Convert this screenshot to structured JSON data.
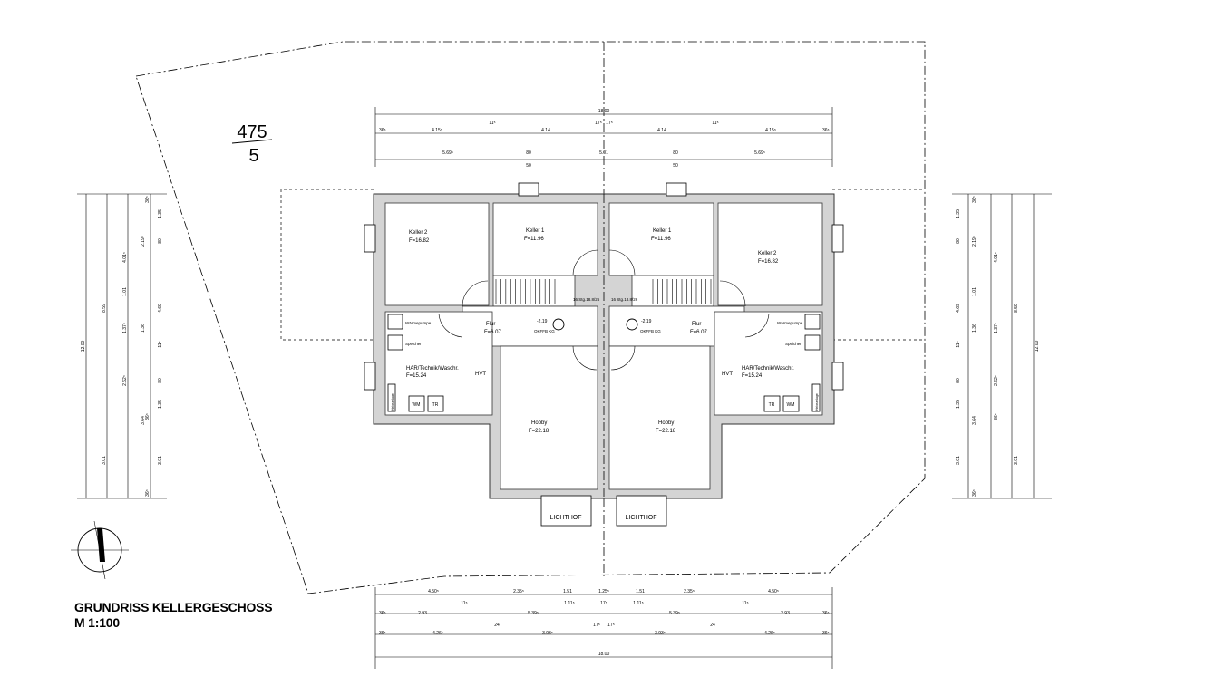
{
  "title": {
    "line1": "GRUNDRISS KELLERGESCHOSS",
    "line2": "M 1:100"
  },
  "parcel": {
    "numerator": "475",
    "denominator": "5"
  },
  "rooms_left": {
    "keller2": {
      "name": "Keller 2",
      "area": "F=16.82"
    },
    "keller1": {
      "name": "Keller 1",
      "area": "F=11.96"
    },
    "flur": {
      "name": "Flur",
      "area": "F=6.07"
    },
    "har": {
      "name": "HAR/Technik/Waschr.",
      "area": "F=15.24"
    },
    "hobby": {
      "name": "Hobby",
      "area": "F=22.18"
    },
    "lichthof": "LICHTHOF",
    "waermepumpe": "Wärmepumpe",
    "speicher": "Speicher",
    "hvt": "HVT",
    "wm": "WM",
    "tr": "TR",
    "hebeanlage": "Hebeanlage",
    "stair": "16 Stg.18.8/26",
    "level1": "-2.19",
    "level2": "OKFFB KG"
  },
  "rooms_right": {
    "keller2": {
      "name": "Keller 2",
      "area": "F=16.82"
    },
    "keller1": {
      "name": "Keller 1",
      "area": "F=11.96"
    },
    "flur": {
      "name": "Flur",
      "area": "F=6.07"
    },
    "har": {
      "name": "HAR/Technik/Waschr.",
      "area": "F=15.24"
    },
    "hobby": {
      "name": "Hobby",
      "area": "F=22.18"
    },
    "lichthof": "LICHTHOF",
    "waermepumpe": "Wärmepumpe",
    "speicher": "Speicher",
    "hvt": "HVT",
    "wm": "WM",
    "tr": "TR",
    "hebeanlage": "Hebeanlage",
    "stair": "16 Stg.18.8/26",
    "level1": "-2.19",
    "level2": "OKFFB KG"
  },
  "dims_top": {
    "overall": "18.00",
    "row1": [
      "36⁵",
      "4.15⁵",
      "11⁵",
      "4.14",
      "17⁵",
      "17⁵",
      "4.14",
      "11⁵",
      "4.15⁵",
      "36⁵"
    ],
    "row2": [
      "5.69⁵",
      "80",
      "5.01",
      "80",
      "5.69⁵"
    ],
    "row2b": [
      "50",
      "50"
    ]
  },
  "dims_bottom": {
    "overall": "18.00",
    "row1": [
      "4.50⁵",
      "2.35⁵",
      "1.51",
      "1.25⁵",
      "1.51",
      "2.35⁵",
      "4.50⁵"
    ],
    "row1b": [
      "11⁵",
      "1.11⁵",
      "17⁵",
      "1.11⁵",
      "11⁵"
    ],
    "row2": [
      "36⁵",
      "2.93",
      "5.39⁵",
      "5.39⁵",
      "2.93",
      "36⁵"
    ],
    "row3": [
      "36⁵",
      "4.26⁵",
      "24",
      "3.93⁵",
      "17⁵",
      "17⁵",
      "3.93⁵",
      "24",
      "4.26⁵",
      "36⁵"
    ]
  },
  "dims_left": {
    "overall": "12.00",
    "sub1": "8.59",
    "col_a": [
      "4.01⁵",
      "1.01",
      "1.37⁵",
      "2.62⁵",
      "3.64",
      "3.01"
    ],
    "col_b": [
      "36⁵",
      "1.35",
      "80",
      "2.19⁵",
      "4.69",
      "11⁵",
      "1.36",
      "80",
      "1.35",
      "36⁵",
      "3.01",
      "36⁵"
    ]
  },
  "dims_right": {
    "overall": "12.00",
    "sub1": "8.59",
    "col_a": [
      "4.01⁵",
      "1.01",
      "1.37⁵",
      "2.62⁵",
      "3.64",
      "3.01"
    ],
    "col_b": [
      "36⁵",
      "1.35",
      "80",
      "2.19⁵",
      "4.69",
      "11⁵",
      "1.36",
      "80",
      "1.35",
      "36⁵",
      "3.01",
      "36⁵"
    ]
  }
}
